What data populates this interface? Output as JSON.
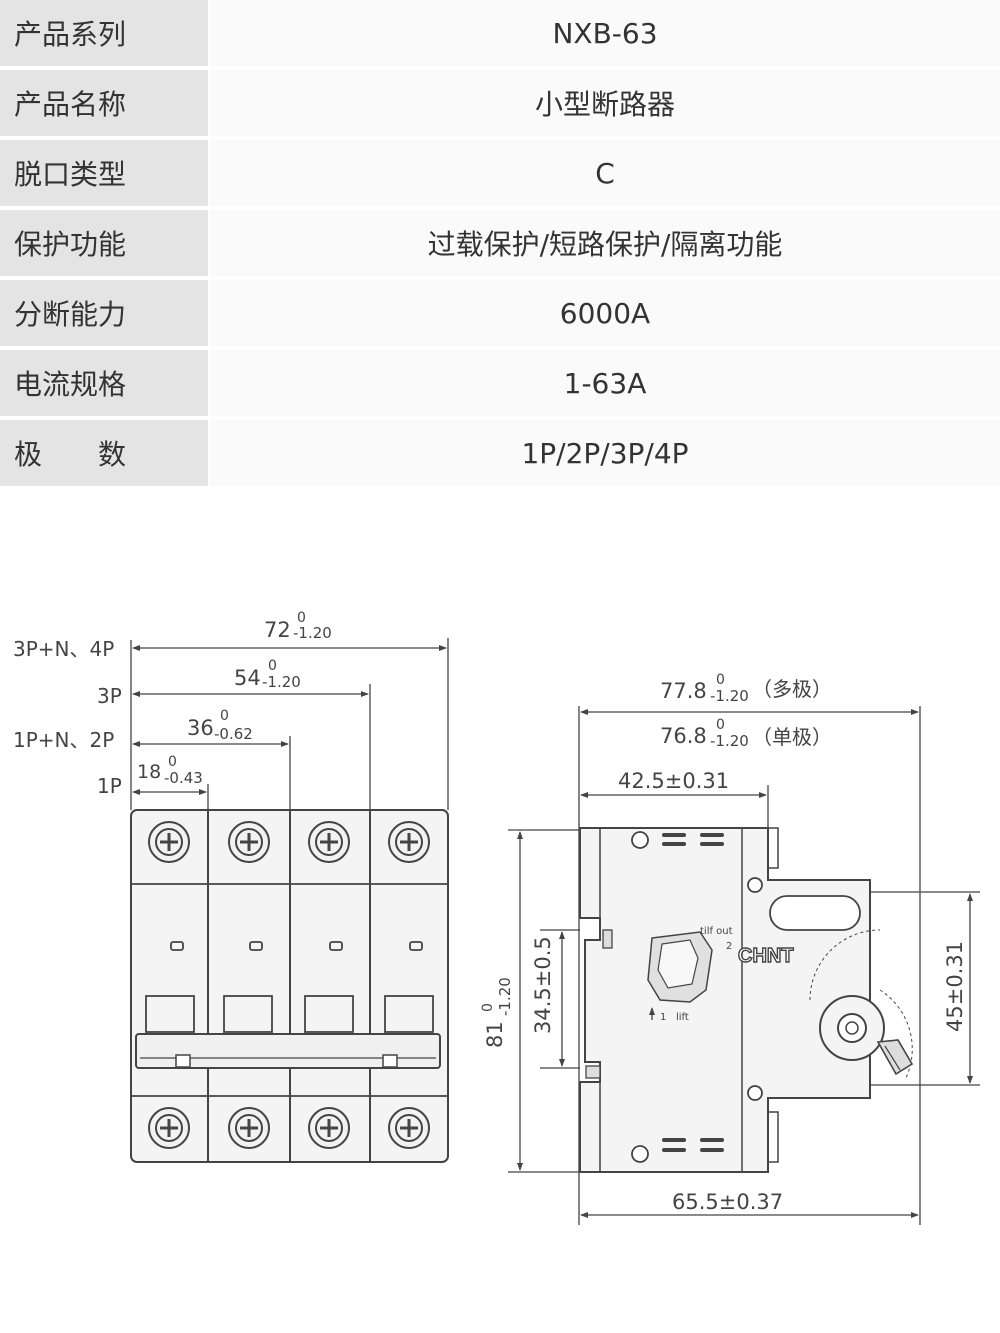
{
  "specs": [
    {
      "label": "产品系列",
      "value": "NXB-63"
    },
    {
      "label": "产品名称",
      "value": "小型断路器"
    },
    {
      "label": "脱口类型",
      "value": "C"
    },
    {
      "label": "保护功能",
      "value": "过载保护/短路保护/隔离功能"
    },
    {
      "label": "分断能力",
      "value": "6000A"
    },
    {
      "label": "电流规格",
      "value": "1-63A"
    },
    {
      "label": "极　　数",
      "value": "1P/2P/3P/4P"
    }
  ],
  "front_view": {
    "row_labels": {
      "p4": "3P+N、4P",
      "p3": "3P",
      "p2": "1P+N、2P",
      "p1": "1P"
    },
    "dims": {
      "w4": "72",
      "w3": "54",
      "w2": "36",
      "w1": "18",
      "upper": "0",
      "tol4": "-1.20",
      "tol3": "-1.20",
      "tol2": "-0.62",
      "tol1": "-0.43"
    }
  },
  "side_view": {
    "multi_main": "77.8",
    "multi_tol_up": "0",
    "multi_tol_low": "-1.20",
    "multi_note": "（多极）",
    "single_main": "76.8",
    "single_tol_up": "0",
    "single_tol_low": "-1.20",
    "single_note": "（单极）",
    "depth": "42.5±0.31",
    "height_main": "81",
    "height_tol_up": "0",
    "height_tol_low": "-1.20",
    "rail": "34.5±0.5",
    "right_h": "45±0.31",
    "bottom_w": "65.5±0.37",
    "brand": "CHNT",
    "tilt_label": "tilf out",
    "lift_label": "lift",
    "step1": "1",
    "step2": "2"
  }
}
